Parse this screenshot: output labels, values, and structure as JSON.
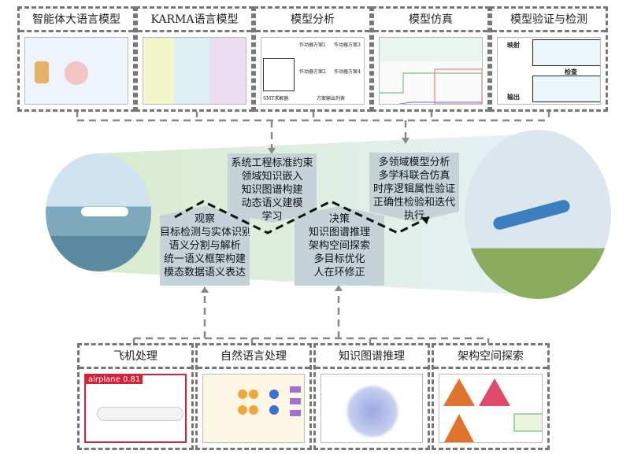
{
  "top_panels": [
    {
      "title": "智能体大语言模型"
    },
    {
      "title": "KARMA语言模型"
    },
    {
      "title": "模型分析"
    },
    {
      "title": "模型仿真"
    },
    {
      "title": "模型验证与检测"
    }
  ],
  "model_analysis_labels": {
    "schemes": [
      "作动器方案1",
      "作动器方案3",
      "作动器方案2",
      "作动器方案4"
    ],
    "smt": "SMT求解器",
    "output": "方案输出列表"
  },
  "verify_labels": {
    "mapping": "映射",
    "check": "检查",
    "output": "输出"
  },
  "center_boxes": [
    {
      "lines": [
        "观察",
        "目标检测与实体识别",
        "语义分割与解析",
        "统一语义框架构建",
        "模态数据语义表达"
      ]
    },
    {
      "lines": [
        "系统工程标准约束",
        "领域知识嵌入",
        "知识图谱构建",
        "动态语义建模",
        "学习"
      ]
    },
    {
      "lines": [
        "决策",
        "知识图谱推理",
        "架构空间探索",
        "多目标优化",
        "人在环修正"
      ]
    },
    {
      "lines": [
        "多领域模型分析",
        "多学科联合仿真",
        "时序逻辑属性验证",
        "正确性检验和迭代",
        "执行"
      ]
    }
  ],
  "bottom_panels": [
    {
      "title": "飞机处理",
      "detection_label": "airplane 0.81"
    },
    {
      "title": "自然语言处理"
    },
    {
      "title": "知识图谱推理"
    },
    {
      "title": "架构空间探索"
    }
  ],
  "colors": {
    "box": "#c5d3d8",
    "band": "#e3efd9",
    "dash": "#777777",
    "detect": "#d8203a"
  }
}
